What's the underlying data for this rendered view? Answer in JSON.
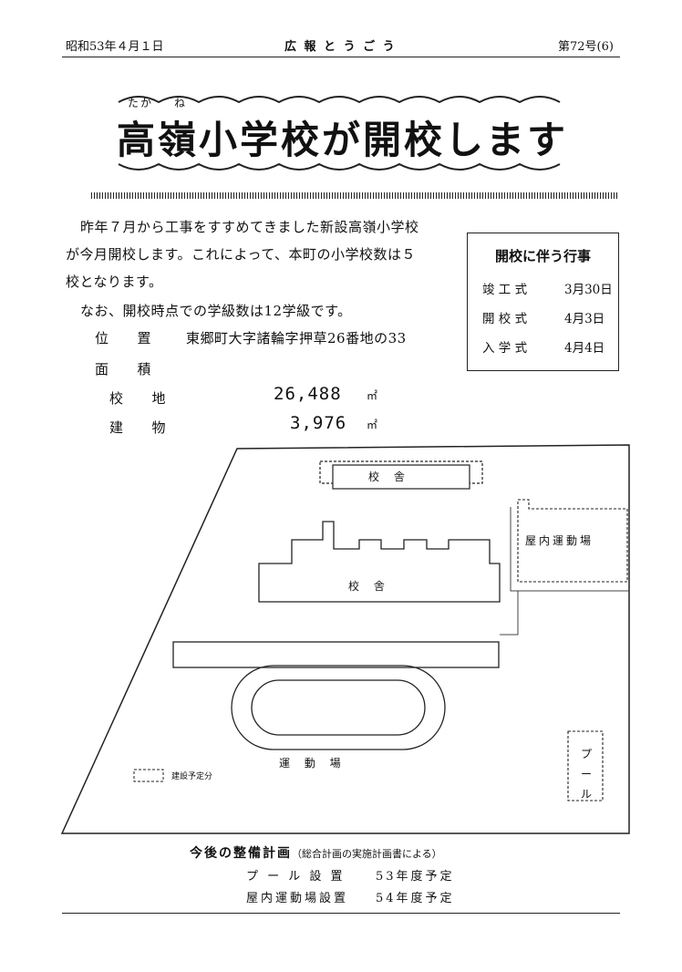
{
  "header": {
    "date": "昭和53年４月１日",
    "publication": "広 報 と う ご う",
    "issue": "第72号(6)"
  },
  "title": {
    "ruby_taka": "たか",
    "ruby_ne": "ね",
    "text": "高嶺小学校が開校します"
  },
  "body": {
    "line1": "昨年７月から工事をすすめてきました新設高嶺小学校",
    "line2": "が今月開校します。これによって、本町の小学校数は５",
    "line3": "校となります。",
    "line4": "なお、開校時点での学級数は12学級です。",
    "location_label": "位　　置",
    "location_value": "東郷町大字諸輪字押草26番地の33",
    "area_label": "面　　積",
    "site_label": "校　　地",
    "site_value": "26,488",
    "building_label": "建　　物",
    "building_value": "3,976",
    "unit": "㎡"
  },
  "events": {
    "title": "開校に伴う行事",
    "items": [
      {
        "name": "竣 工 式",
        "date": "3月30日"
      },
      {
        "name": "開 校 式",
        "date": "4月3日"
      },
      {
        "name": "入 学 式",
        "date": "4月4日"
      }
    ]
  },
  "map": {
    "building_top": "校 舎",
    "building_main": "校 舎",
    "gym": "屋内運動場",
    "field": "運 動 場",
    "pool": "プ ー ル",
    "legend": "建設予定分"
  },
  "plan": {
    "title": "今後の整備計画",
    "subtitle": "（総合計画の実施計画書による）",
    "items": [
      {
        "name": "プ ー ル 設 置",
        "year": "53年度予定"
      },
      {
        "name": "屋内運動場設置",
        "year": "54年度予定"
      }
    ]
  }
}
